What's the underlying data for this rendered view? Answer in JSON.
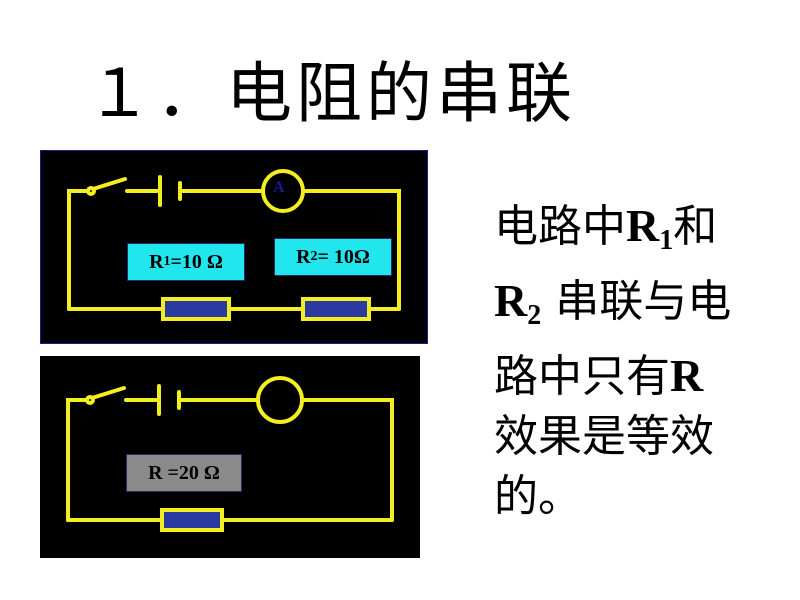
{
  "title": "１．电阻的串联",
  "circuit1": {
    "ammeter_label": "A",
    "r1_label": {
      "prefix": "R",
      "sub": "1",
      "value": " =10 Ω"
    },
    "r2_label": {
      "prefix": "R",
      "sub": "2",
      "value": "= 10Ω"
    }
  },
  "circuit2": {
    "r_label": "R =20 Ω"
  },
  "description": {
    "seg1": "电路中",
    "r": "R",
    "sub1": "1",
    "seg2": "和",
    "sub2": "2",
    "seg3": " 串联与电",
    "seg4": "路中只有",
    "seg5": "效果是等效",
    "seg6": "的。"
  },
  "colors": {
    "wire": "#f2ee22",
    "resistor_fill": "#2a3aa0",
    "label_cyan": "#22e6ee",
    "label_gray": "#8a8a8a",
    "panel": "#000000"
  }
}
